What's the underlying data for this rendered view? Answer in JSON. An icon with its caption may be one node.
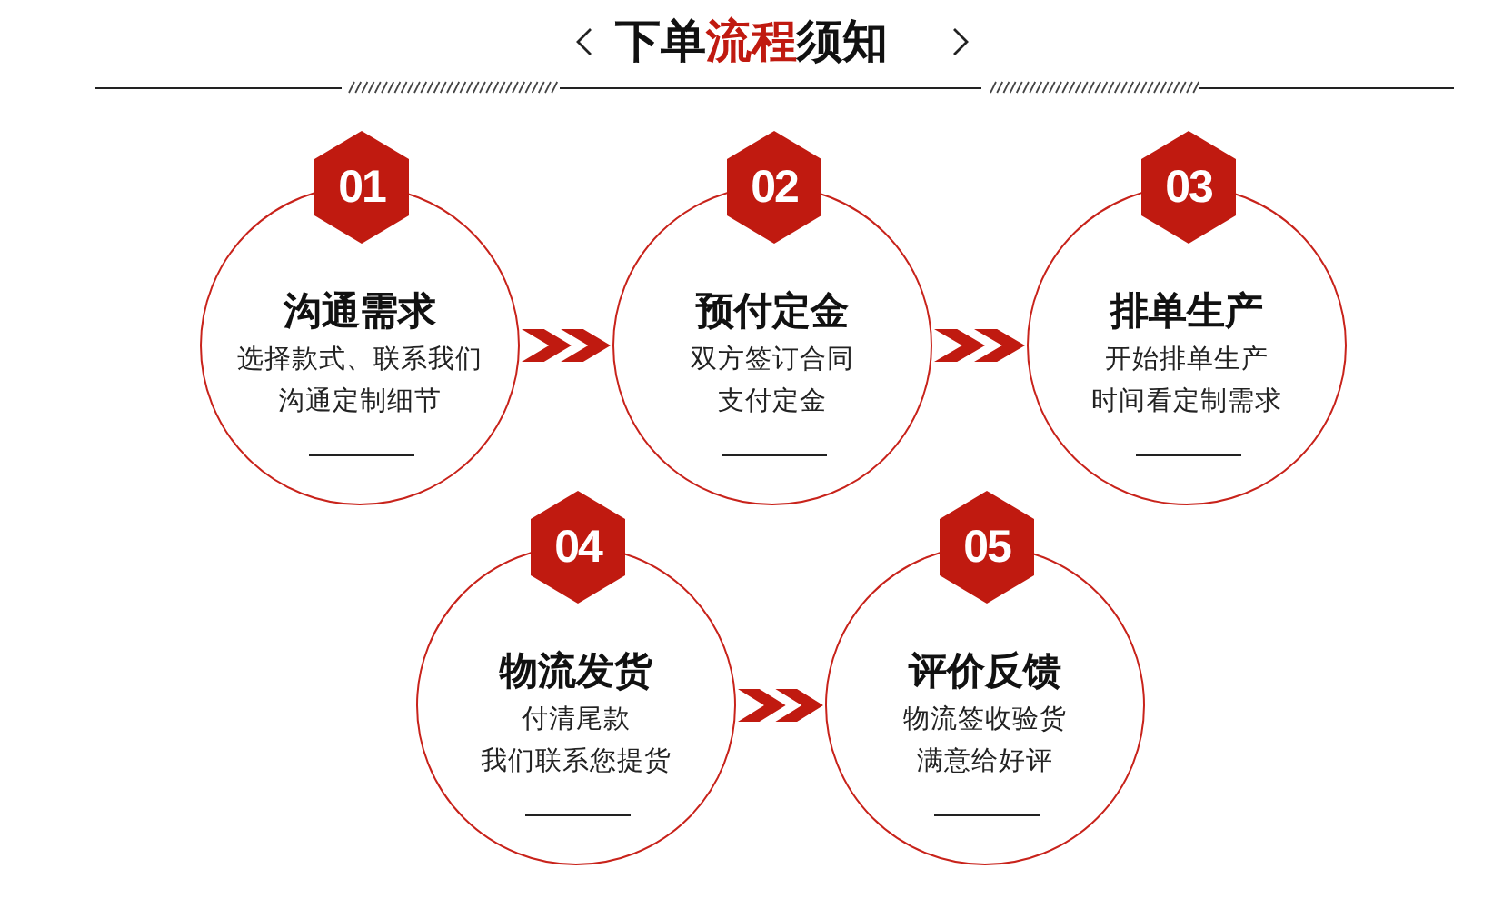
{
  "diagram": {
    "title": "下单流程须知",
    "nodes": [
      {
        "text": [
          "01",
          "沟通需求",
          "选择款式、联系我们沟通定制细节"
        ]
      },
      {
        "text": [
          "02",
          "预付定金",
          "双方签订合同支付定金"
        ]
      },
      {
        "text": [
          "03",
          "排单生产",
          "开始排单生产时间看定制需求"
        ]
      },
      {
        "text": [
          "04",
          "物流发货",
          "付清尾款我们联系您提货"
        ]
      },
      {
        "text": [
          "05",
          "评价反馈",
          "物流签收验货满意给好评"
        ]
      }
    ],
    "edges": [
      {
        "from": 0,
        "to": 1,
        "arrow": "to"
      },
      {
        "from": 1,
        "to": 2,
        "arrow": "to"
      },
      {
        "from": 3,
        "to": 4,
        "arrow": "to"
      }
    ]
  }
}
